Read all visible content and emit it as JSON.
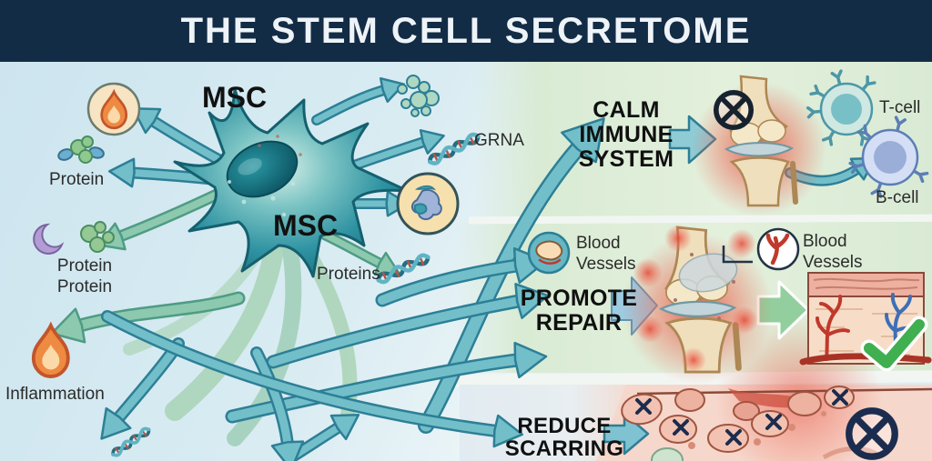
{
  "title": "THE STEM CELL SECRETOME",
  "left_labels": {
    "msc_top": "MSC",
    "msc_bottom": "MSC",
    "protein": "Protein",
    "protein_pair_1": "Protein",
    "protein_pair_2": "Protein",
    "proteins": "Proteins",
    "grna": "GRNA",
    "inflammation": "Inflammation"
  },
  "panel_calm": {
    "heading_line1": "CALM",
    "heading_line2": "IMMUNE",
    "heading_line3": "SYSTEM",
    "t_cell": "T-cell",
    "b_cell": "B-cell"
  },
  "panel_repair": {
    "heading_line1": "PROMOTE",
    "heading_line2": "REPAIR",
    "vessels_left_line1": "Blood",
    "vessels_left_line2": "Vessels",
    "vessels_right_line1": "Blood",
    "vessels_right_line2": "Vessels"
  },
  "panel_scar": {
    "heading_line1": "REDUCE",
    "heading_line2": "SCARRING"
  },
  "icons": {
    "flame": "🔥",
    "crossed_circle": "⊗",
    "checkmark": "✓",
    "x_mark": "✕",
    "dna_helix": "dna-helix",
    "t_cell": "t-cell",
    "b_cell": "b-cell",
    "blood_vessel": "blood-vessel",
    "exosome": "exosome",
    "vesicles": "vesicles"
  },
  "colors": {
    "title_bar": "#132c45",
    "title_text": "#eef3f8",
    "bg_left": "#cfe6ef",
    "panel_green": "#dcecd7",
    "separator": "#f2f6f3",
    "arrow_teal": "#72bfca",
    "arrow_outline": "#2d7f96",
    "arrow_green": "#8cc9af",
    "accent_red": "#d94f3d",
    "check_green": "#3faf4f",
    "navy": "#1b2c4e",
    "cell_teal": "#2f93a2",
    "bone_tan": "#efdfbc",
    "scar_pink": "#f6d7cc"
  }
}
